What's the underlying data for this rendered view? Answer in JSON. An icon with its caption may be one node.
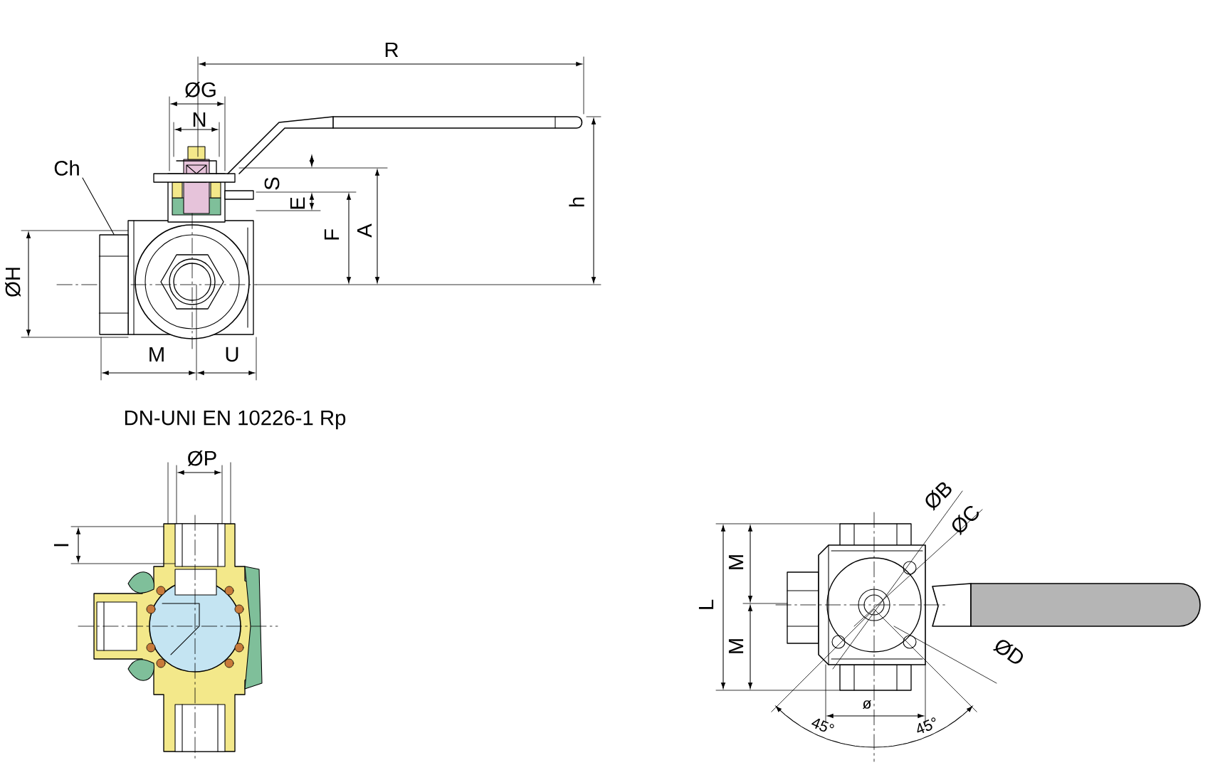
{
  "diagram": {
    "nodes": [
      {
        "text": [
          "Ch"
        ]
      },
      {
        "text": [],
        "shape": "box"
      }
    ],
    "edges": [
      {
        "from": 0,
        "to": 1,
        "arrow": "none"
      }
    ],
    "labels": [
      "R",
      "ØG",
      "N",
      "S",
      "E",
      "F",
      "A",
      "h",
      "ØH",
      "M",
      "U",
      "DN-UNI EN 10226-1 Rp",
      "ØP",
      "I",
      "L",
      "M",
      "M",
      "ØB",
      "ØC",
      "ØD",
      "ø",
      "45°",
      "45°"
    ]
  }
}
